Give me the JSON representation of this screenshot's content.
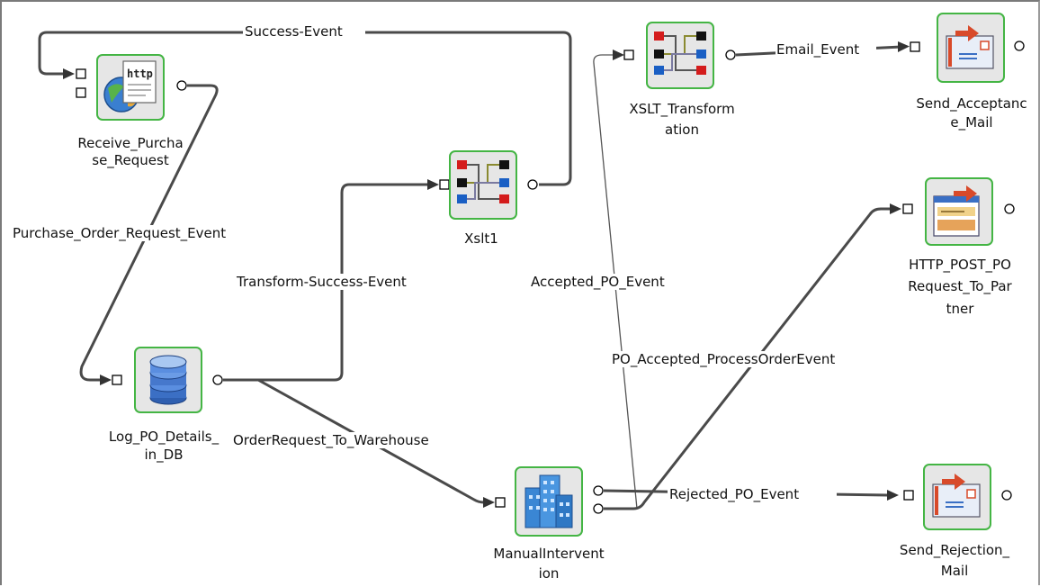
{
  "nodes": {
    "receive": {
      "label1": "Receive_Purcha",
      "label2": "se_Request",
      "icon": "http-globe-icon"
    },
    "log": {
      "label1": "Log_PO_Details_",
      "label2": "in_DB",
      "icon": "database-icon"
    },
    "xslt1": {
      "label1": "Xslt1",
      "icon": "xslt-icon"
    },
    "xslt_t": {
      "label1": "XSLT_Transform",
      "label2": "ation",
      "icon": "xslt-icon"
    },
    "manual": {
      "label1": "ManualIntervent",
      "label2": "ion",
      "icon": "building-icon"
    },
    "accept": {
      "label1": "Send_Acceptanc",
      "label2": "e_Mail",
      "icon": "mail-icon"
    },
    "http": {
      "label1": "HTTP_POST_PO",
      "label2": "Request_To_Par",
      "label3": "tner",
      "icon": "http-post-icon"
    },
    "reject": {
      "label1": "Send_Rejection_",
      "label2": "Mail",
      "icon": "mail-icon"
    }
  },
  "edges": {
    "success": "Success-Event",
    "purchase_order": "Purchase_Order_Request_Event",
    "transform_success": "Transform-Success-Event",
    "order_request": "OrderRequest_To_Warehouse",
    "accepted_po": "Accepted_PO_Event",
    "po_accepted_process": "PO_Accepted_ProcessOrderEvent",
    "email": "Email_Event",
    "rejected_po": "Rejected_PO_Event"
  }
}
